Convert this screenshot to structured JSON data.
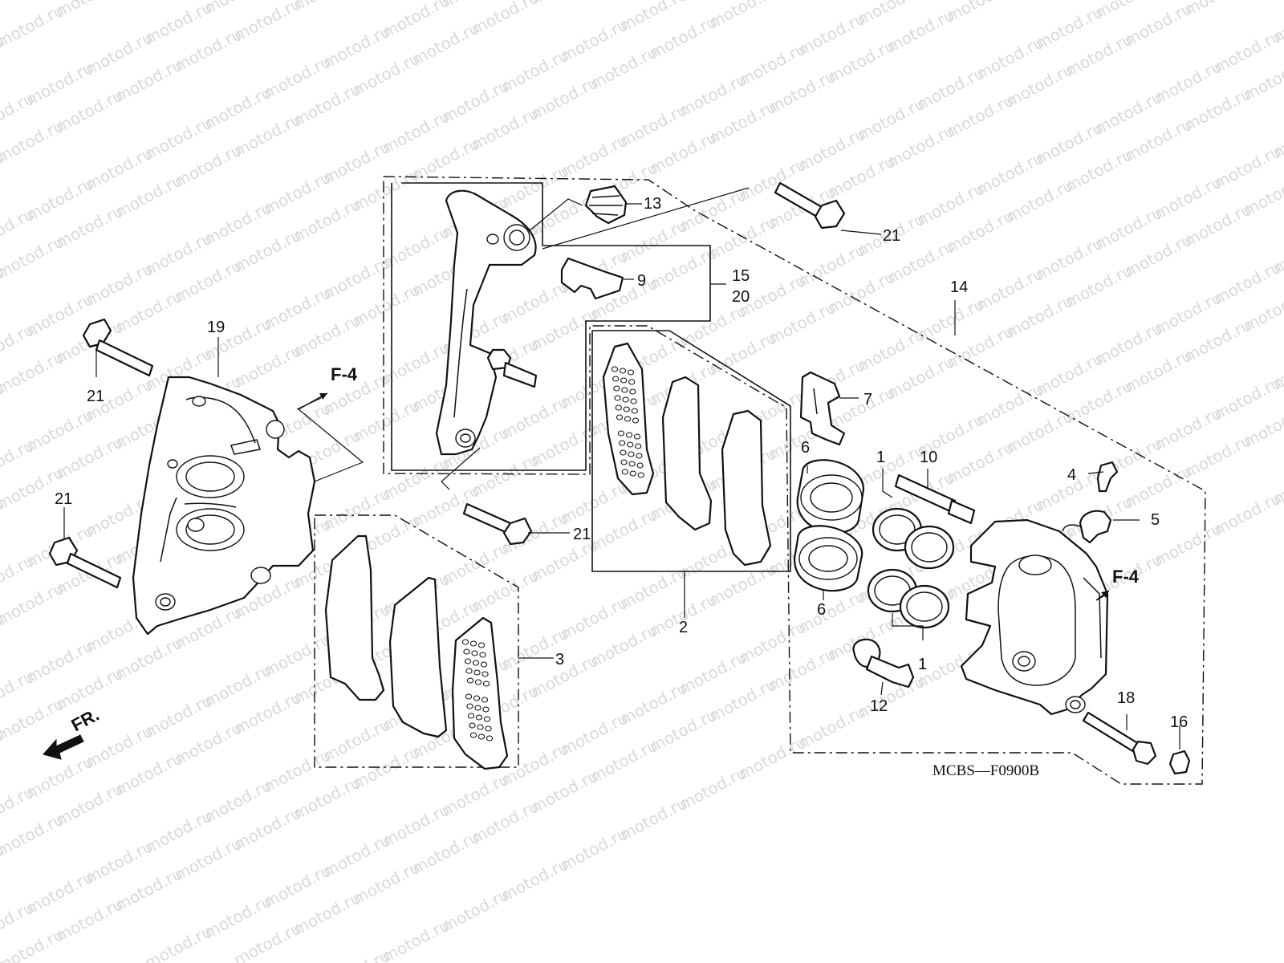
{
  "watermark": {
    "text": "motod.ru"
  },
  "drawing_code": "MCBS—F0900B",
  "direction_indicator": {
    "label": "FR."
  },
  "reference_tags": {
    "left": "F-4",
    "right": "F-4"
  },
  "callouts": {
    "c1a": "1",
    "c1b": "1",
    "c2": "2",
    "c3": "3",
    "c4": "4",
    "c5": "5",
    "c6a": "6",
    "c6b": "6",
    "c7": "7",
    "c9": "9",
    "c10": "10",
    "c12": "12",
    "c13": "13",
    "c14": "14",
    "c15": "15",
    "c16": "16",
    "c18": "18",
    "c19": "19",
    "c20": "20",
    "c21a": "21",
    "c21b": "21",
    "c21c": "21",
    "c21d": "21"
  },
  "colors": {
    "ink": "#111111",
    "watermark": "#d9d9d9",
    "paper": "#ffffff"
  }
}
